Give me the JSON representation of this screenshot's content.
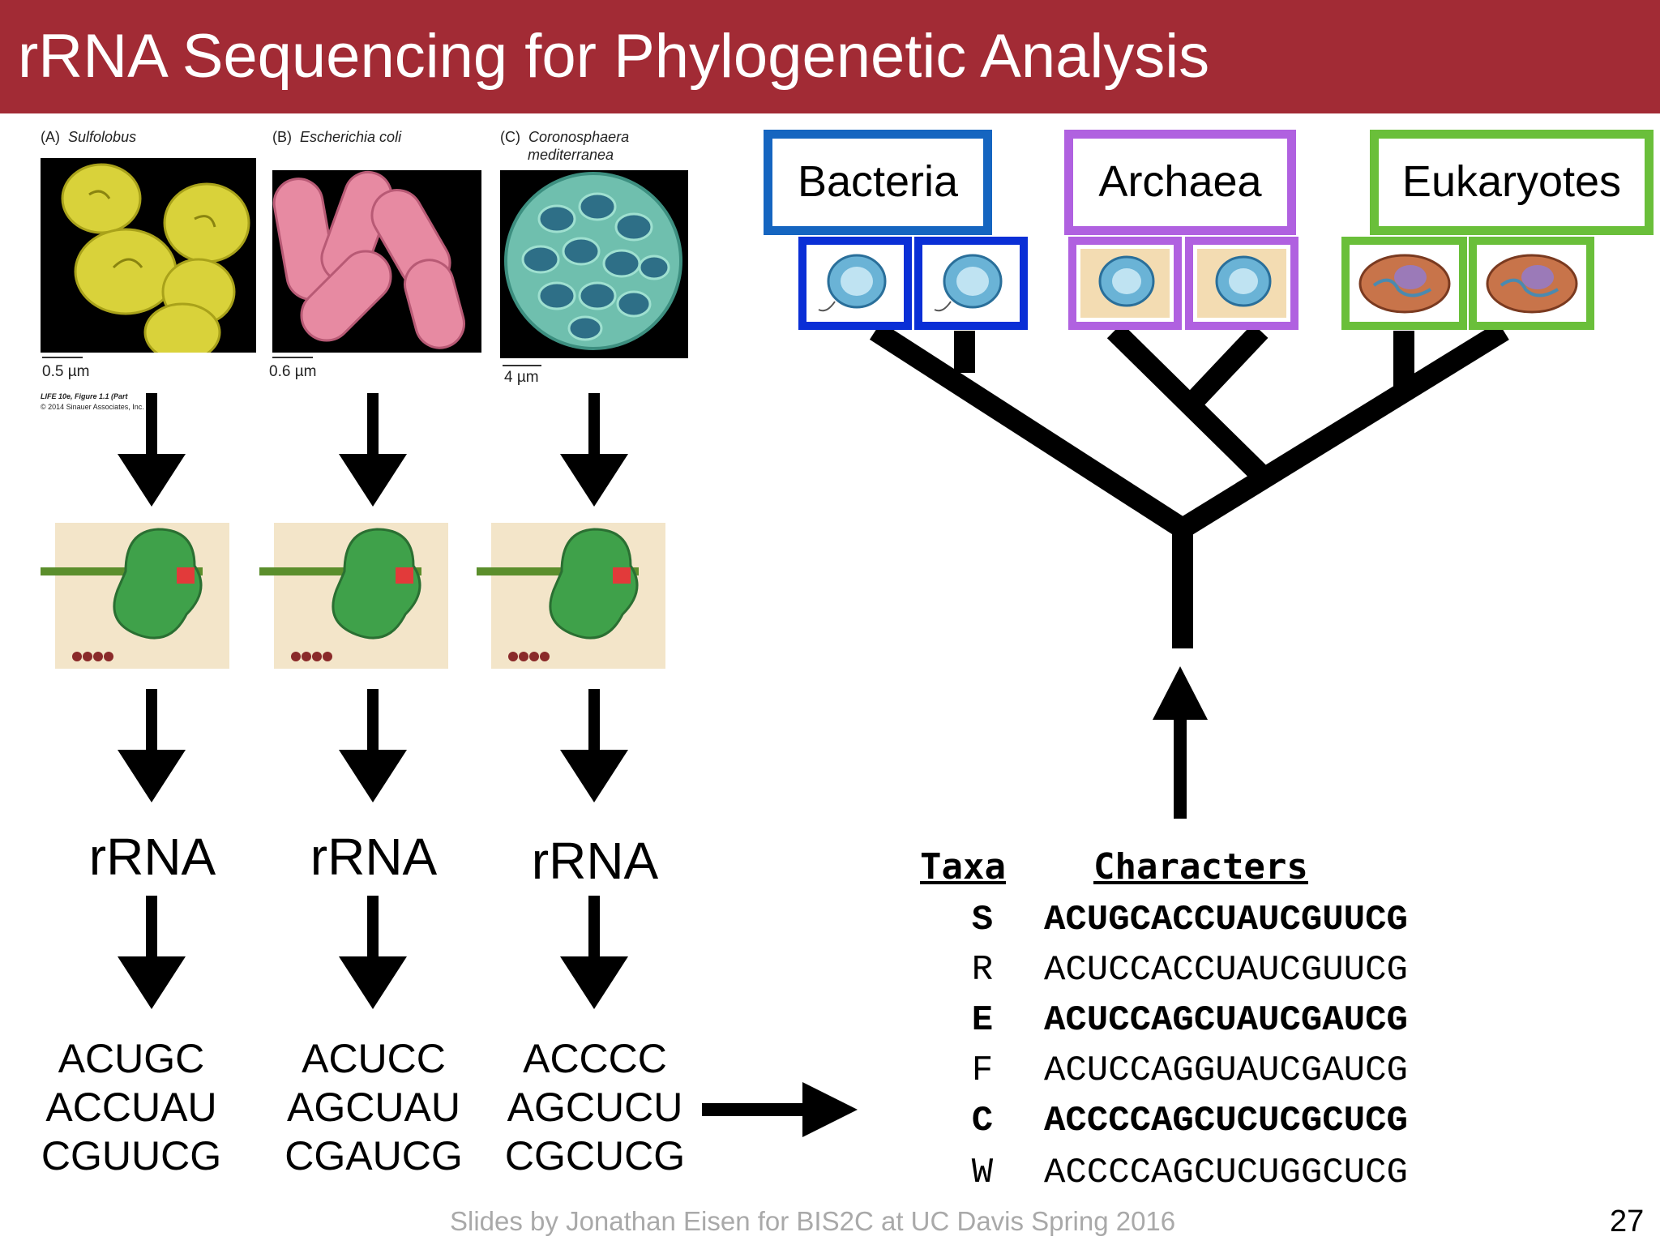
{
  "slide": {
    "title": "rRNA Sequencing for Phylogenetic Analysis",
    "footer": "Slides by Jonathan Eisen for BIS2C at UC Davis Spring 2016",
    "page_number": "27"
  },
  "organisms": [
    {
      "letter": "(A)",
      "name": "Sulfolobus",
      "name2": "",
      "scale": "0.5 µm",
      "seq1": "ACUGC",
      "seq2": "ACCUAU",
      "seq3": "CGUUCG"
    },
    {
      "letter": "(B)",
      "name": "Escherichia coli",
      "name2": "",
      "scale": "0.6 µm",
      "seq1": "ACUCC",
      "seq2": "AGCUAU",
      "seq3": "CGAUCG"
    },
    {
      "letter": "(C)",
      "name": "Coronosphaera",
      "name2": "mediterranea",
      "scale": "4 µm",
      "seq1": "ACCCC",
      "seq2": "AGCUCU",
      "seq3": "CGCUCG"
    }
  ],
  "figure_credit": {
    "line1": "LIFE 10e, Figure 1.1 (Part",
    "line2": "© 2014 Sinauer Associates, Inc."
  },
  "rrna_label": "rRNA",
  "domains": [
    {
      "name": "Bacteria",
      "color": "#1565c0",
      "cell_color": "#0a2fd6"
    },
    {
      "name": "Archaea",
      "color": "#b061e0",
      "cell_color": "#b061e0"
    },
    {
      "name": "Eukaryotes",
      "color": "#6abf3a",
      "cell_color": "#6abf3a"
    }
  ],
  "alignment": {
    "taxa_header": "Taxa",
    "characters_header": "Characters",
    "rows": [
      {
        "taxon": "S",
        "seq": "ACUGCACCUAUCGUUCG",
        "bold": true
      },
      {
        "taxon": "R",
        "seq": "ACUCCACCUAUCGUUCG",
        "bold": false
      },
      {
        "taxon": "E",
        "seq": "ACUCCAGCUAUCGAUCG",
        "bold": true
      },
      {
        "taxon": "F",
        "seq": "ACUCCAGGUAUCGAUCG",
        "bold": false
      },
      {
        "taxon": "C",
        "seq": "ACCCCAGCUCUCGCUCG",
        "bold": true
      },
      {
        "taxon": "W",
        "seq": "ACCCCAGCUCUGGCUCG",
        "bold": false
      }
    ]
  }
}
